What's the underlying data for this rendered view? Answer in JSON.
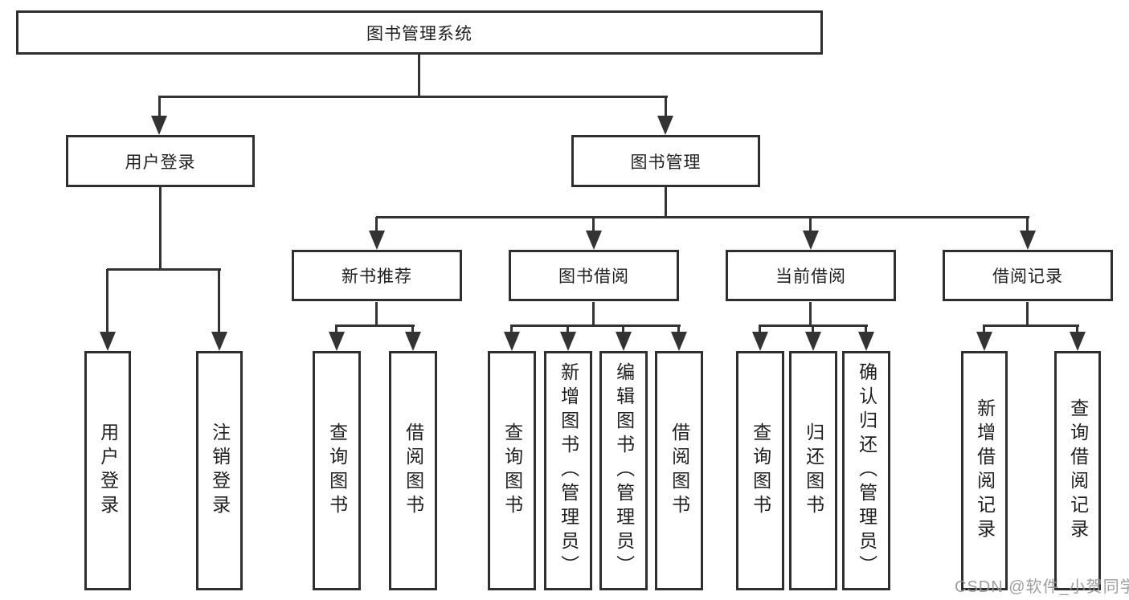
{
  "tree": {
    "root": {
      "label": "图书管理系统"
    },
    "user_group": {
      "label": "用户登录",
      "children": [
        {
          "label": "用户登录"
        },
        {
          "label": "注销登录"
        }
      ]
    },
    "mgmt_group": {
      "label": "图书管理",
      "sections": [
        {
          "label": "新书推荐",
          "children": [
            {
              "label": "查询图书"
            },
            {
              "label": "借阅图书"
            }
          ]
        },
        {
          "label": "图书借阅",
          "children": [
            {
              "label": "查询图书"
            },
            {
              "label": "新增图书（管理员）"
            },
            {
              "label": "编辑图书（管理员）"
            },
            {
              "label": "借阅图书"
            }
          ]
        },
        {
          "label": "当前借阅",
          "children": [
            {
              "label": "查询图书"
            },
            {
              "label": "归还图书"
            },
            {
              "label": "确认归还（管理员）"
            }
          ]
        },
        {
          "label": "借阅记录",
          "children": [
            {
              "label": "新增借阅记录"
            },
            {
              "label": "查询借阅记录"
            }
          ]
        }
      ]
    }
  },
  "watermark": {
    "text": "CSDN @软件_小贺同学"
  },
  "colors": {
    "background": "#ffffff",
    "line": "#333333",
    "border": "#2f2f2f",
    "text": "#1f1f1f",
    "watermark": "#969696"
  }
}
